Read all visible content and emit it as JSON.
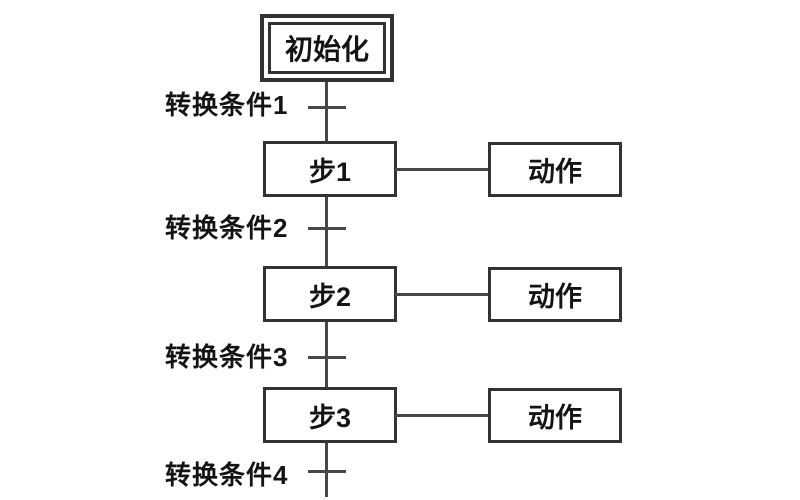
{
  "diagram": {
    "initial_step": "初始化",
    "steps": [
      {
        "label": "步1",
        "action": "动作"
      },
      {
        "label": "步2",
        "action": "动作"
      },
      {
        "label": "步3",
        "action": "动作"
      }
    ],
    "transitions": [
      {
        "label": "转换条件1"
      },
      {
        "label": "转换条件2"
      },
      {
        "label": "转换条件3"
      },
      {
        "label": "转换条件4"
      }
    ],
    "colors": {
      "line": "#474747",
      "box_border": "#333333",
      "text": "#141414",
      "background": "#ffffff"
    }
  }
}
